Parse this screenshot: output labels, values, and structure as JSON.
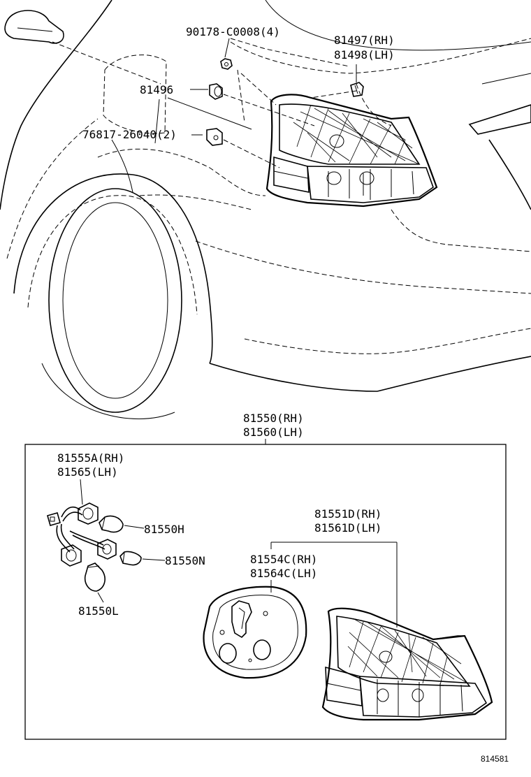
{
  "callouts": {
    "c90178": "90178-C0008(4)",
    "c81497": "81497(RH)",
    "c81498": "81498(LH)",
    "c81496": "81496",
    "c76817": "76817-26040(2)",
    "c81550_rh": "81550(RH)",
    "c81560_lh": "81560(LH)",
    "c81555a_rh": "81555A(RH)",
    "c81565_lh": "81565(LH)",
    "c81550h": "81550H",
    "c81550n": "81550N",
    "c81550l": "81550L",
    "c81551d_rh": "81551D(RH)",
    "c81561d_lh": "81561D(LH)",
    "c81554c_rh": "81554C(RH)",
    "c81564c_lh": "81564C(LH)"
  },
  "reference_number": "814581",
  "icons": {
    "bulb": "bulb-icon",
    "socket": "socket-icon",
    "clip": "clip-icon",
    "nut": "nut-icon"
  }
}
